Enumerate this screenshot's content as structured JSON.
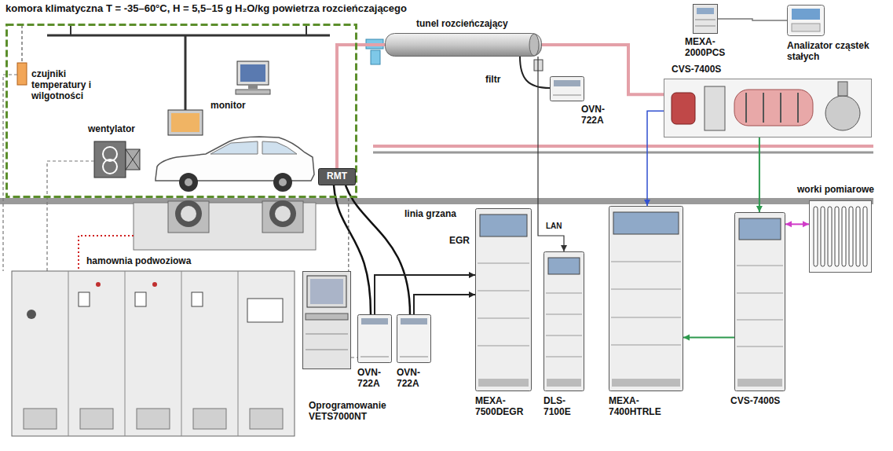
{
  "diagram": {
    "nodes": [
      {
        "text": [
          "komora klimatyczna T = -35–60°C, H = 5,5–15 g H₂O/kg powietrza rozcieńczającego"
        ]
      },
      {
        "text": [
          "RMT"
        ],
        "in": 0
      },
      {
        "text": [
          "tunel rozcieńczający"
        ]
      },
      {
        "text": [
          "MEXA-2000PCS"
        ]
      },
      {
        "text": [
          "Analizator cząstek stałych"
        ]
      },
      {
        "text": [
          "CVS-7400S"
        ]
      },
      {
        "text": [
          "OVN-722A"
        ]
      },
      {
        "text": [
          "Oprogramowanie VETS7000NT"
        ]
      },
      {
        "text": [
          "OVN-722A"
        ]
      },
      {
        "text": [
          "OVN-722A"
        ]
      },
      {
        "text": [
          "MEXA-7500DEGR"
        ]
      },
      {
        "text": [
          "DLS-7100E"
        ]
      },
      {
        "text": [
          "MEXA-7400HTRLE"
        ]
      },
      {
        "text": [
          "CVS-7400S"
        ]
      },
      {
        "text": [
          "worki pomiarowe"
        ]
      }
    ],
    "edges": [
      {
        "from": 1,
        "to": 2,
        "arrow": "none"
      },
      {
        "from": 2,
        "to": 5,
        "arrow": "none"
      },
      {
        "from": 3,
        "to": 4,
        "arrow": "none"
      },
      {
        "from": 5,
        "to": 13,
        "arrow": "to"
      },
      {
        "from": 14,
        "to": 13,
        "arrow": "both"
      },
      {
        "from": 13,
        "to": 12,
        "arrow": "to"
      },
      {
        "from": 8,
        "to": 10,
        "arrow": "to"
      },
      {
        "from": 9,
        "to": 10,
        "arrow": "to"
      },
      {
        "from": 2,
        "to": 11,
        "arrow": "to"
      },
      {
        "from": 0,
        "to": 7,
        "arrow": "none"
      },
      {
        "from": 5,
        "to": 12,
        "arrow": "to"
      }
    ],
    "labels": [
      "czujniki temperatury i wilgotności",
      "monitor",
      "wentylator",
      "filtr",
      "linia grzana",
      "EGR",
      "LAN",
      "hamownia podwoziowa"
    ]
  }
}
